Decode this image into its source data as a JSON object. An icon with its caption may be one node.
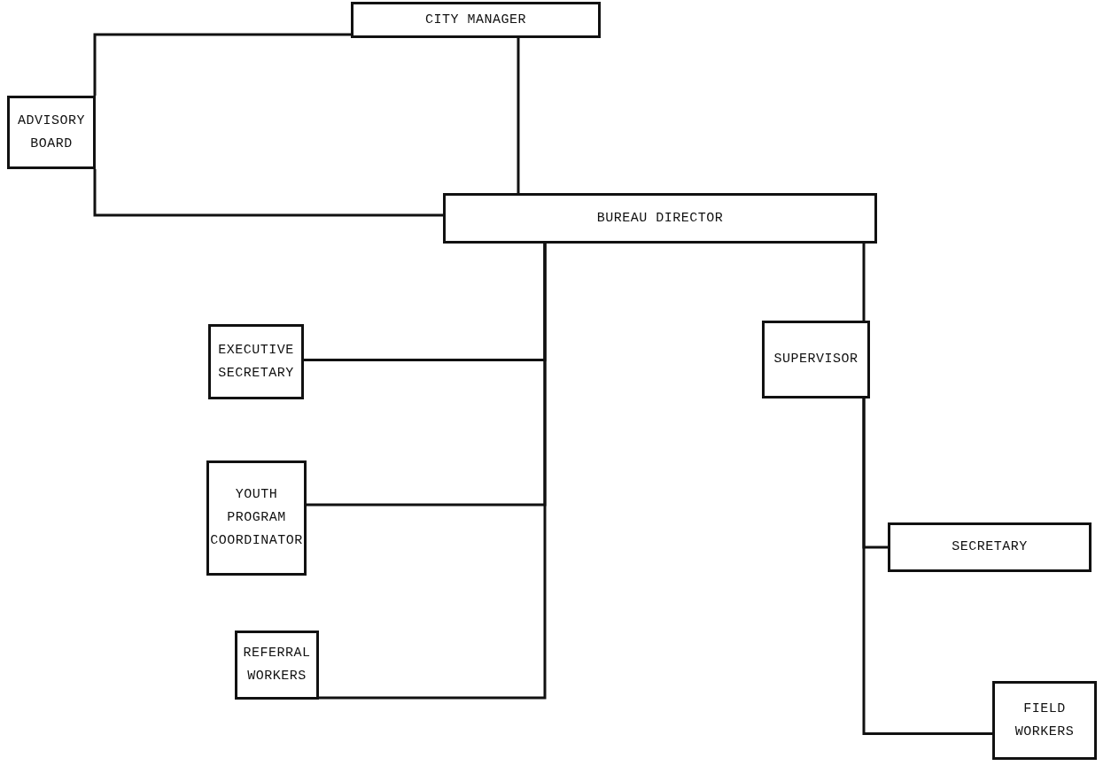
{
  "diagram": {
    "nodes": [
      {
        "text": [
          "CITY MANAGER"
        ]
      },
      {
        "text": [
          "ADVISORY BOARD"
        ]
      },
      {
        "text": [
          "BUREAU DIRECTOR"
        ]
      },
      {
        "text": [
          "EXECUTIVE SECRETARY"
        ]
      },
      {
        "text": [
          "SUPERVISOR"
        ]
      },
      {
        "text": [
          "YOUTH PROGRAM COORDINATOR"
        ]
      },
      {
        "text": [
          "SECRETARY"
        ]
      },
      {
        "text": [
          "REFERRAL WORKERS"
        ]
      },
      {
        "text": [
          "FIELD WORKERS"
        ]
      }
    ],
    "edges": [
      {
        "from": 0,
        "to": 1,
        "arrow": "none"
      },
      {
        "from": 1,
        "to": 2,
        "arrow": "none"
      },
      {
        "from": 0,
        "to": 2,
        "arrow": "none"
      },
      {
        "from": 2,
        "to": 3,
        "arrow": "none"
      },
      {
        "from": 2,
        "to": 5,
        "arrow": "none"
      },
      {
        "from": 2,
        "to": 7,
        "arrow": "none"
      },
      {
        "from": 2,
        "to": 4,
        "arrow": "none"
      },
      {
        "from": 4,
        "to": 6,
        "arrow": "none"
      },
      {
        "from": 4,
        "to": 8,
        "arrow": "none"
      }
    ]
  }
}
